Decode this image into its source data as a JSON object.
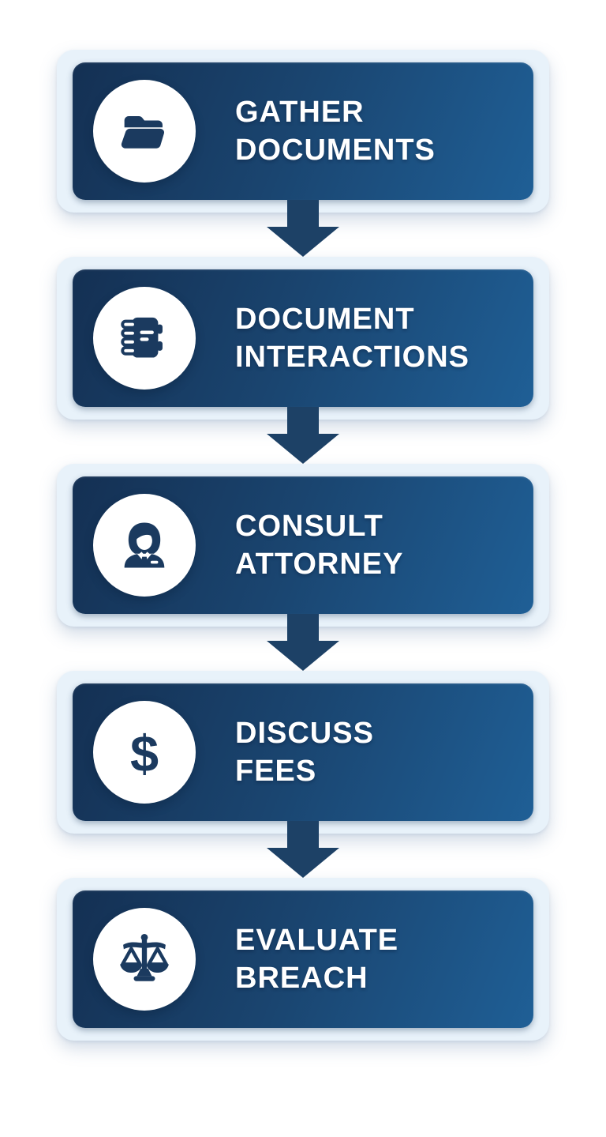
{
  "colors": {
    "background": "#ffffff",
    "frame": "#e8f2fa",
    "card_gradient_start": "#143053",
    "card_gradient_end": "#1f5f96",
    "icon_navy": "#1b3a5f",
    "arrow_navy": "#1d4166",
    "text": "#ffffff"
  },
  "dollar_glyph": "$",
  "steps": [
    {
      "id": "gather-documents",
      "line1": "GATHER",
      "line2": "DOCUMENTS",
      "icon": "open-folder-icon"
    },
    {
      "id": "document-interactions",
      "line1": "DOCUMENT",
      "line2": "INTERACTIONS",
      "icon": "notebook-icon"
    },
    {
      "id": "consult-attorney",
      "line1": "CONSULT",
      "line2": "ATTORNEY",
      "icon": "attorney-person-icon"
    },
    {
      "id": "discuss-fees",
      "line1": "DISCUSS",
      "line2": "FEES",
      "icon": "dollar-sign-icon"
    },
    {
      "id": "evaluate-breach",
      "line1": "EVALUATE",
      "line2": "BREACH",
      "icon": "scales-of-justice-icon"
    }
  ]
}
